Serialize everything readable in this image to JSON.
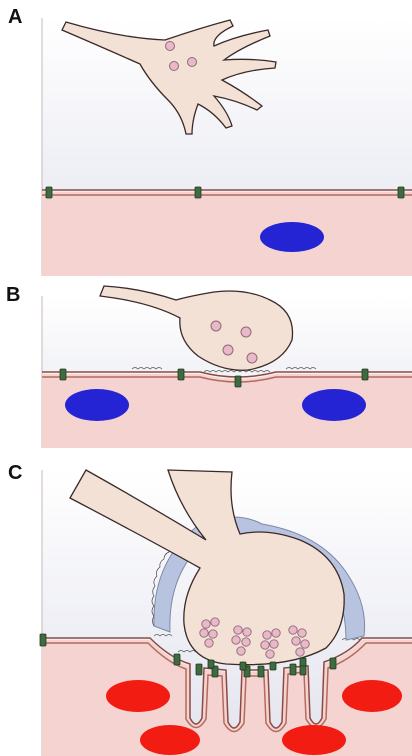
{
  "panels": [
    {
      "label": "A"
    },
    {
      "label": "B"
    },
    {
      "label": "C"
    }
  ],
  "colors": {
    "background_top": "#e6e7f0",
    "muscle": "#f3cfcd",
    "membrane": "#9b4a40",
    "axon": "#f3e1d6",
    "vesicle": "#e8b9c8",
    "nucleus_blue": "#2a2ad6",
    "nucleus_red": "#f21c12",
    "schwann": "#b7c3de",
    "junction_green": "#3e6b3f"
  }
}
